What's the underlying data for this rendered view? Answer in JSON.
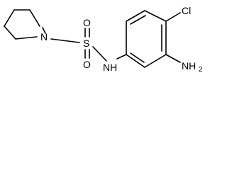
{
  "molecule": {
    "labels": {
      "n_pyrrolidine": "N",
      "s": "S",
      "o_top": "O",
      "o_bottom": "O",
      "nh": "NH",
      "cl": "Cl",
      "amine": "NH",
      "amine_sub": "2"
    }
  }
}
